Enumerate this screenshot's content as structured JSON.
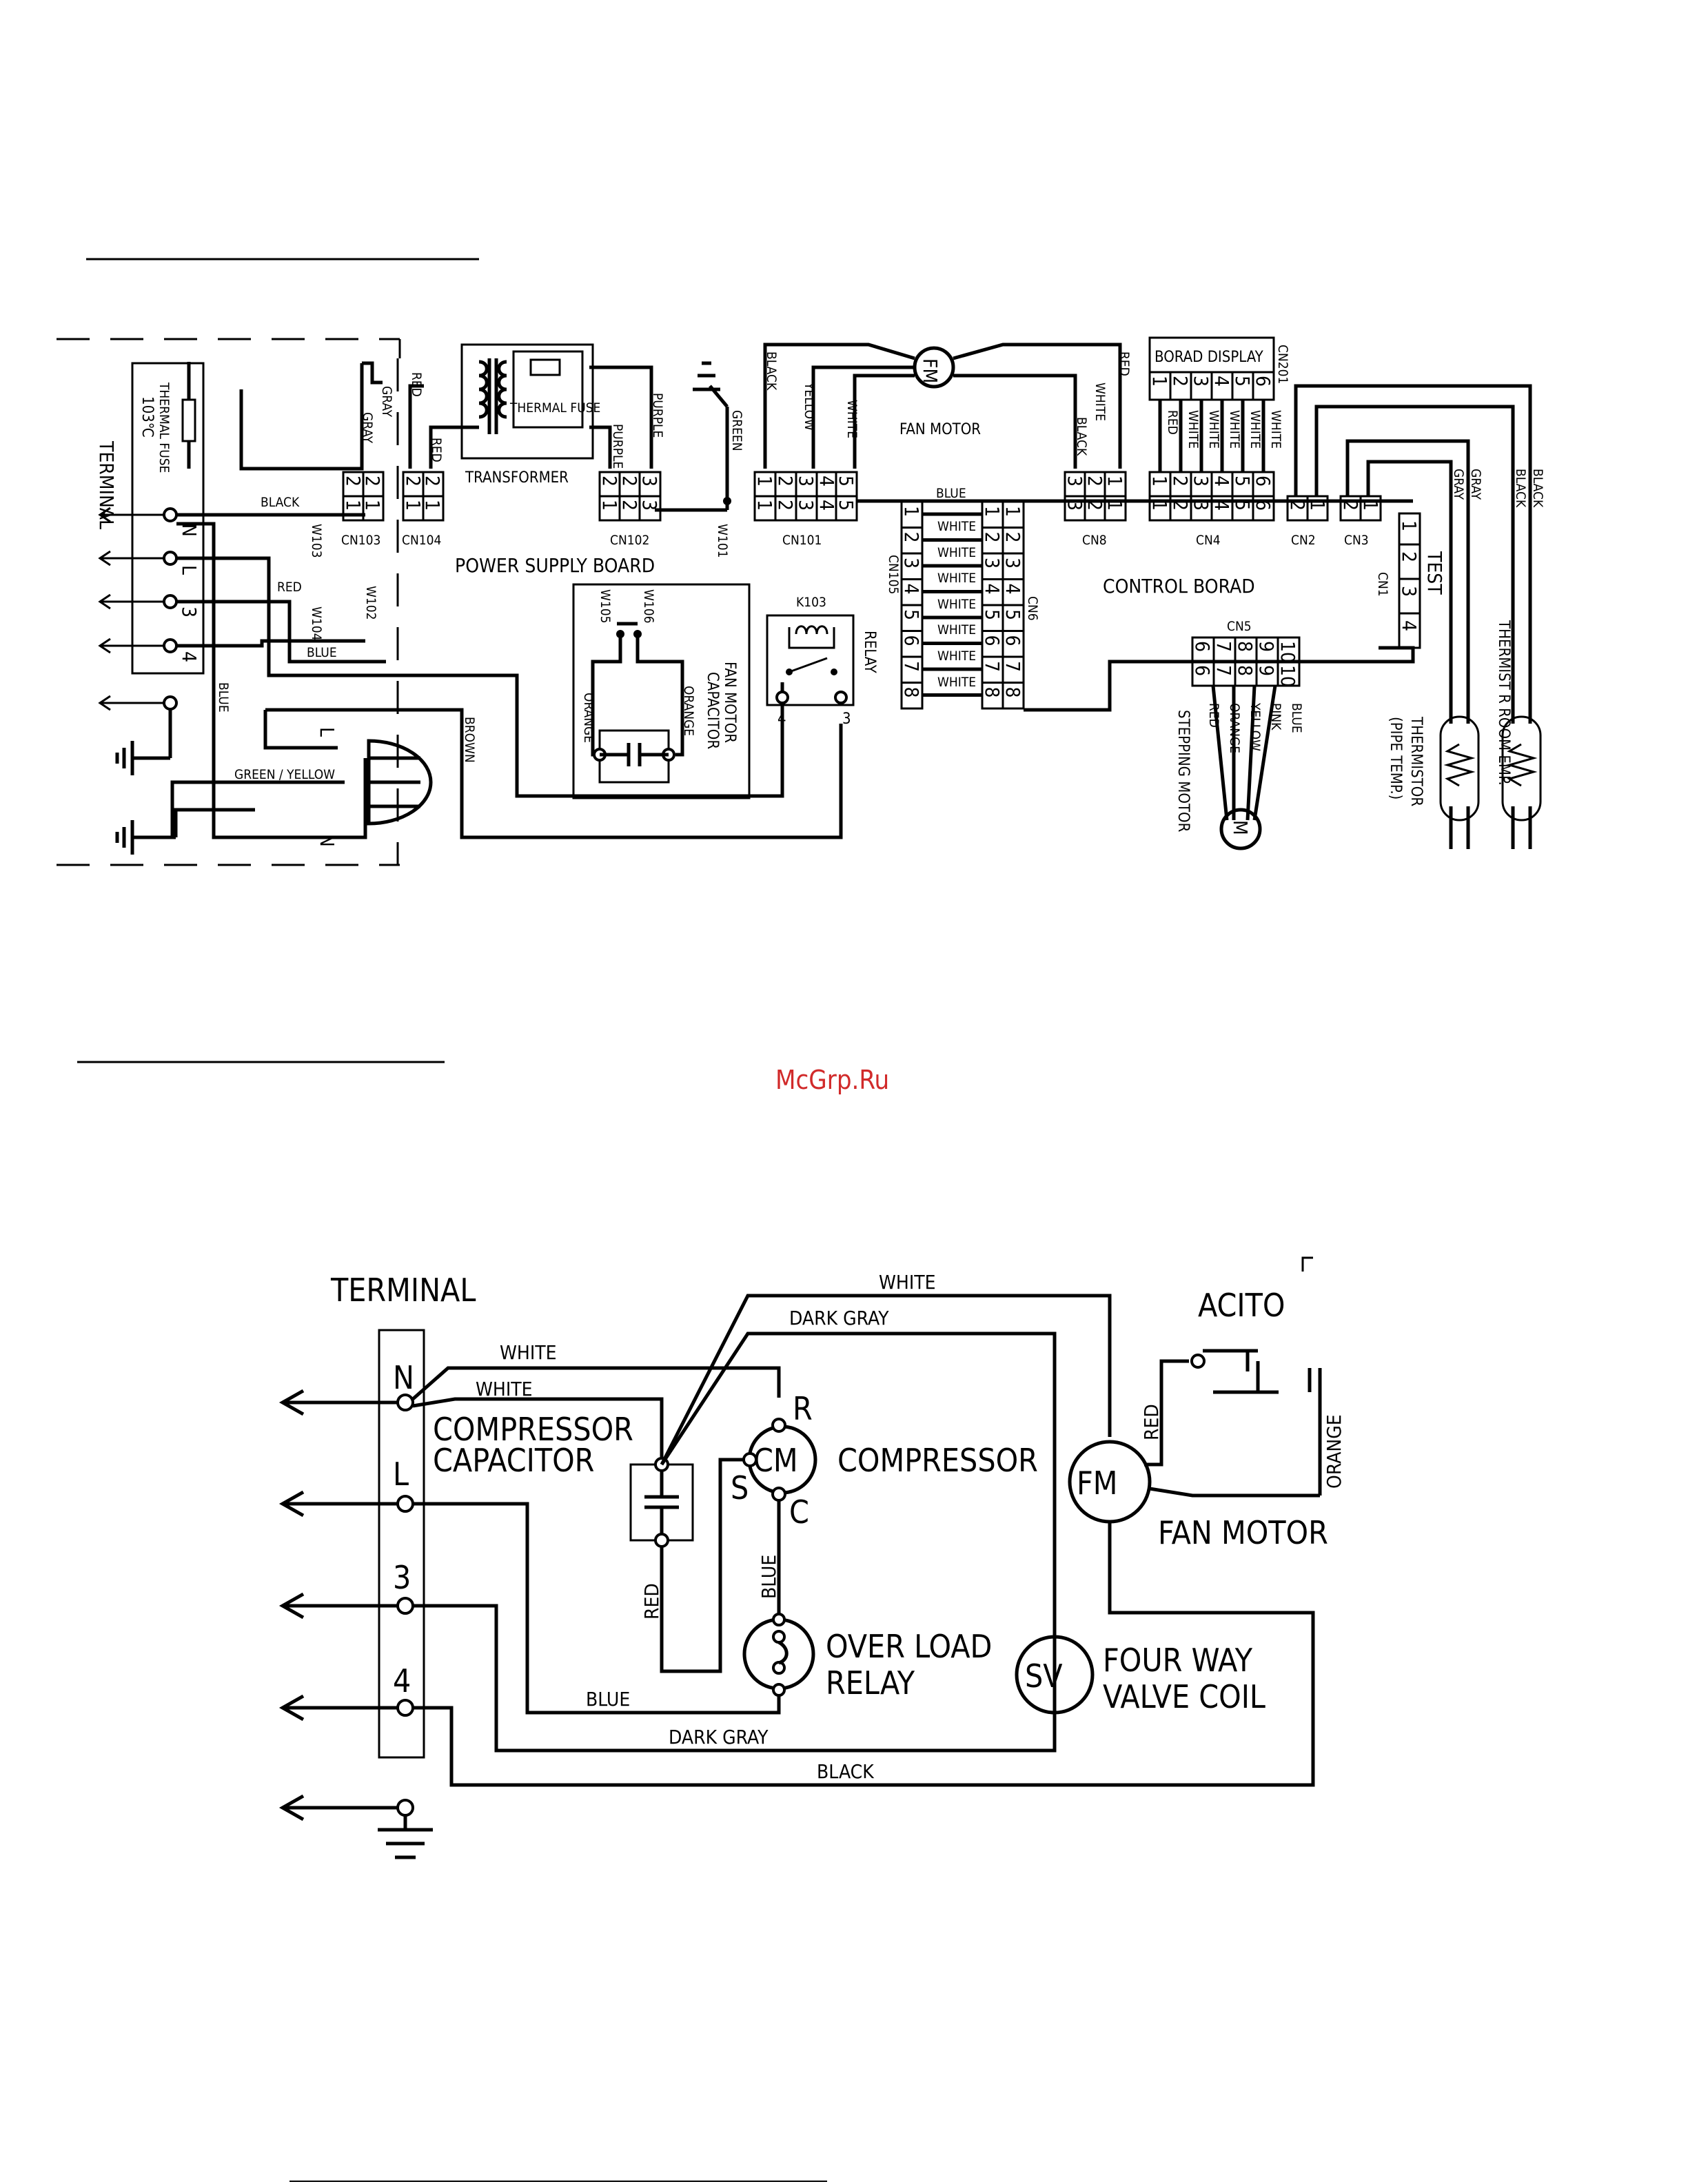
{
  "watermark": "McGrp.Ru",
  "top": {
    "terminal_label": "TERMINAL",
    "thermal_fuse_label": "THERMAL FUSE",
    "thermal_fuse_temp": "103℃",
    "terminal_pins": [
      "N",
      "L",
      "3",
      "4"
    ],
    "power_board_label": "POWER SUPPLY BOARD",
    "control_board_label": "CONTROL BORAD",
    "transformer_label": "TRANSFORMER",
    "transformer_fuse_label": "THERMAL FUSE",
    "fan_motor_symbol": "FM",
    "fan_motor_label": "FAN MOTOR",
    "fan_capacitor_label": [
      "FAN MOTOR",
      "CAPACITOR"
    ],
    "relay_label": "RELAY",
    "relay_ref": "K103",
    "relay_pins": [
      "4",
      "3"
    ],
    "plug_pins": [
      "L",
      "N"
    ],
    "green_yellow_label": "GREEN / YELLOW",
    "board_display_label": "BORAD DISPLAY",
    "stepping_motor_label": "STEPPING MOTOR",
    "stepping_motor_symbol": "M",
    "thermistor_pipe": [
      "THERMISTOR",
      "(PIPE TEMP.)"
    ],
    "thermistor_room": "THERMIST R ROOM EMP.",
    "test_label": "TEST",
    "connectors": {
      "cn103": "CN103",
      "cn104": "CN104",
      "cn102": "CN102",
      "cn101": "CN101",
      "cn8": "CN8",
      "cn4": "CN4",
      "cn2": "CN2",
      "cn3": "CN3",
      "cn1": "CN1",
      "cn5": "CN5",
      "cn6": "CN6",
      "cn105": "CN105",
      "cn201": "CN201",
      "w101": "W101",
      "w102": "W102",
      "w103": "W103",
      "w104": "W104",
      "w105": "W105",
      "w106": "W106"
    },
    "wires": {
      "black": "BLACK",
      "red": "RED",
      "blue": "BLUE",
      "white": "WHITE",
      "gray": "GRAY",
      "purple": "PURPLE",
      "green": "GREEN",
      "yellow": "YELLOW",
      "brown": "BROWN",
      "orange": "ORANGE",
      "pink": "PINK"
    },
    "cn105_wires": [
      "BLUE",
      "WHITE",
      "WHITE",
      "WHITE",
      "WHITE",
      "WHITE",
      "WHITE",
      "WHITE"
    ],
    "cn4_wires": [
      "RED",
      "WHITE",
      "WHITE",
      "WHITE",
      "WHITE",
      "WHITE"
    ],
    "cn5_wires": [
      "RED",
      "ORANGE",
      "YELLOW",
      "PINK",
      "BLUE"
    ],
    "cn5_top_pins": [
      "6",
      "7",
      "8",
      "9",
      "10"
    ]
  },
  "bottom": {
    "terminal_label": "TERMINAL",
    "terminal_pins": [
      "N",
      "L",
      "3",
      "4"
    ],
    "compressor_capacitor": [
      "COMPRESSOR",
      "CAPACITOR"
    ],
    "compressor_symbol": "CM",
    "compressor_label": "COMPRESSOR",
    "compressor_pins": [
      "R",
      "S",
      "C"
    ],
    "overload_label": [
      "OVER LOAD",
      "RELAY"
    ],
    "sv_symbol": "SV",
    "valve_label": [
      "FOUR WAY",
      "VALVE COIL"
    ],
    "fm_symbol": "FM",
    "fan_motor_label": "FAN MOTOR",
    "fan_cap_label": "ACITO",
    "wires": {
      "white": "WHITE",
      "dark_gray": "DARK GRAY",
      "red": "RED",
      "blue": "BLUE",
      "black": "BLACK",
      "orange": "ORANGE"
    }
  }
}
